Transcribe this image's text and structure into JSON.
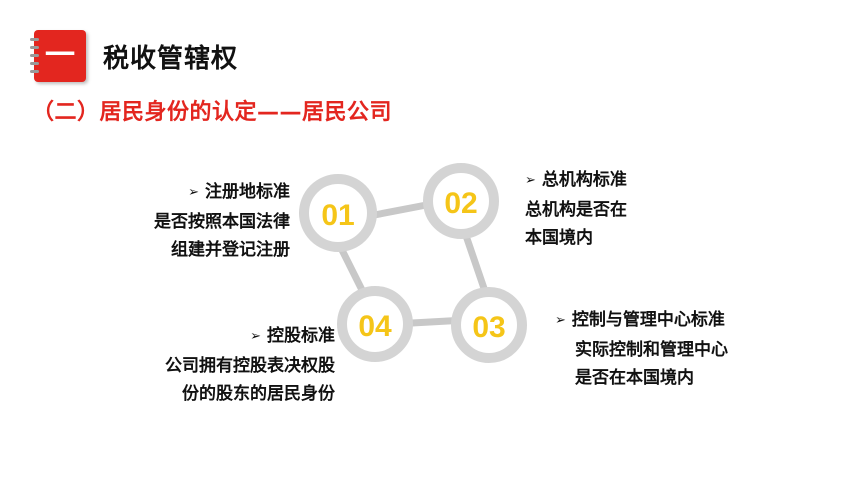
{
  "header": {
    "section_number": "一",
    "title": "税收管辖权",
    "subtitle": "（二）居民身份的认定——居民公司"
  },
  "diagram": {
    "nodes": [
      {
        "label": "01"
      },
      {
        "label": "02"
      },
      {
        "label": "03"
      },
      {
        "label": "04"
      }
    ],
    "colors": {
      "ring": "#d9d9d9",
      "connector": "#c8c8c8",
      "number": "#f5c518",
      "accent": "#e3261f"
    }
  },
  "criteria": {
    "c1": {
      "head": "注册地标准",
      "lines": [
        "是否按照本国法律",
        "组建并登记注册"
      ]
    },
    "c2": {
      "head": "总机构标准",
      "lines": [
        "总机构是否在",
        "本国境内"
      ]
    },
    "c3": {
      "head": "控制与管理中心标准",
      "lines": [
        "实际控制和管理中心",
        "是否在本国境内"
      ]
    },
    "c4": {
      "head": "控股标准",
      "lines": [
        "公司拥有控股表决权股",
        "份的股东的居民身份"
      ]
    }
  },
  "icons": {
    "bullet": "arrowhead-bullet-icon",
    "title_badge": "notebook-icon"
  }
}
